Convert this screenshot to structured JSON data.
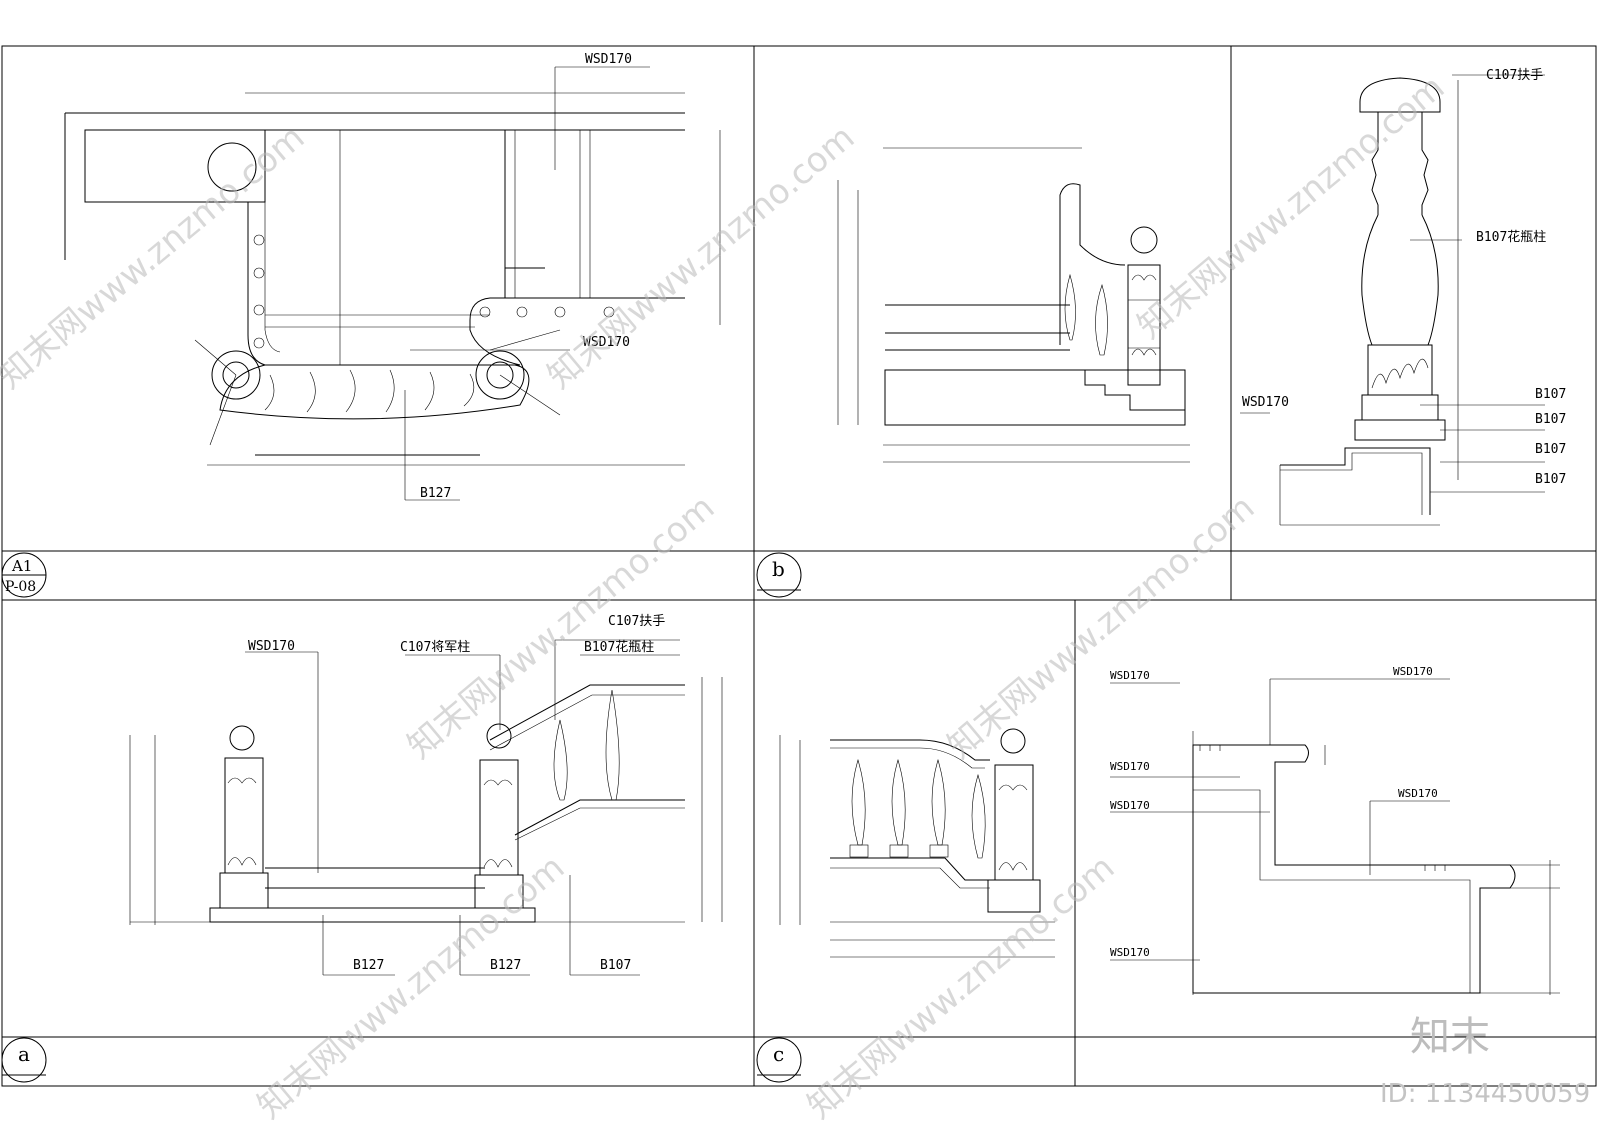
{
  "panel_tags": {
    "top_left_upper": "A1",
    "top_left_lower": "P-08",
    "b": "b",
    "a": "a",
    "c": "c"
  },
  "panel_a1": {
    "label_top": "WSD170",
    "label_mid": "WSD170",
    "label_bottom": "B127"
  },
  "panel_b_detail": {
    "handrail": "C107扶手",
    "baluster": "B107花瓶柱",
    "left": "WSD170",
    "b1": "B107",
    "b2": "B107",
    "b3": "B107",
    "b4": "B107"
  },
  "panel_a": {
    "wsd": "WSD170",
    "newel": "C107将军柱",
    "handrail": "C107扶手",
    "baluster": "B107花瓶柱",
    "b127_left": "B127",
    "b127_right": "B127",
    "b107": "B107"
  },
  "panel_c_detail": {
    "l1": "WSD170",
    "l2": "WSD170",
    "l3": "WSD170",
    "l4": "WSD170",
    "r1": "WSD170",
    "r2": "WSD170"
  },
  "watermark": {
    "text": "知末网www.znzmo.com",
    "brand": "知末",
    "id": "ID: 1134450059"
  }
}
